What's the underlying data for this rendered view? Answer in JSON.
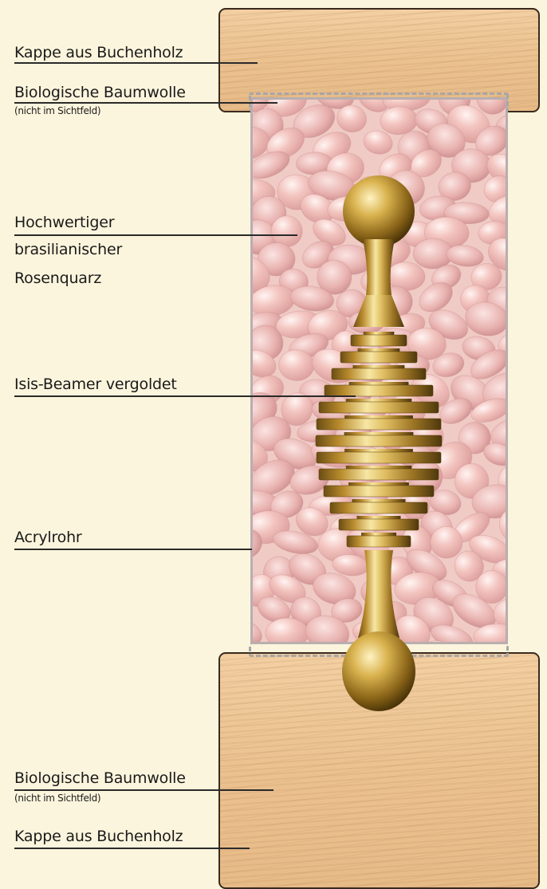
{
  "labels": {
    "top_cap": "Kappe aus Buchenholz",
    "top_cotton": "Biologische Baumwolle",
    "top_cotton_note": "(nicht im Sichtfeld)",
    "quartz_line1": "Hochwertiger",
    "quartz_line2": "brasilianischer",
    "quartz_line3": "Rosenquarz",
    "beamer": "Isis-Beamer vergoldet",
    "tube": "Acrylrohr",
    "bottom_cotton": "Biologische Baumwolle",
    "bottom_cotton_note": "(nicht im Sichtfeld)",
    "bottom_cap": "Kappe aus Buchenholz"
  },
  "colors": {
    "background": "#fcf5dd",
    "wood": "#ebc290",
    "rose_quartz": "#f2c9c4",
    "gold": "#c9a23c"
  }
}
